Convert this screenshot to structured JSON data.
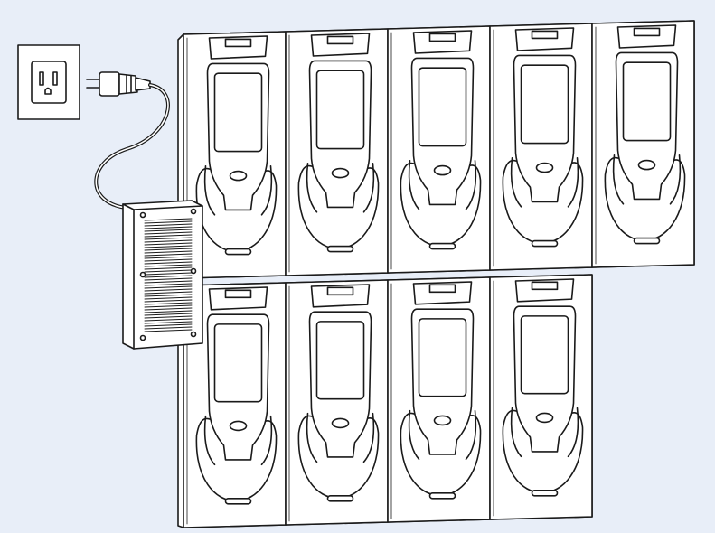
{
  "colors": {
    "background": "#e8eef8",
    "outline": "#1a1a1a",
    "fill": "#ffffff",
    "panel": "#f4f4f4"
  },
  "illustration": {
    "outlet": {
      "icon": "wall-outlet-icon"
    },
    "plug": {
      "icon": "power-plug-icon"
    },
    "power_supply": {
      "icon": "power-supply-icon"
    },
    "cradle_rows": [
      {
        "row": "top",
        "slot_count": 5
      },
      {
        "row": "bottom",
        "slot_count": 4
      }
    ],
    "device": {
      "icon": "handheld-computer-icon"
    }
  }
}
